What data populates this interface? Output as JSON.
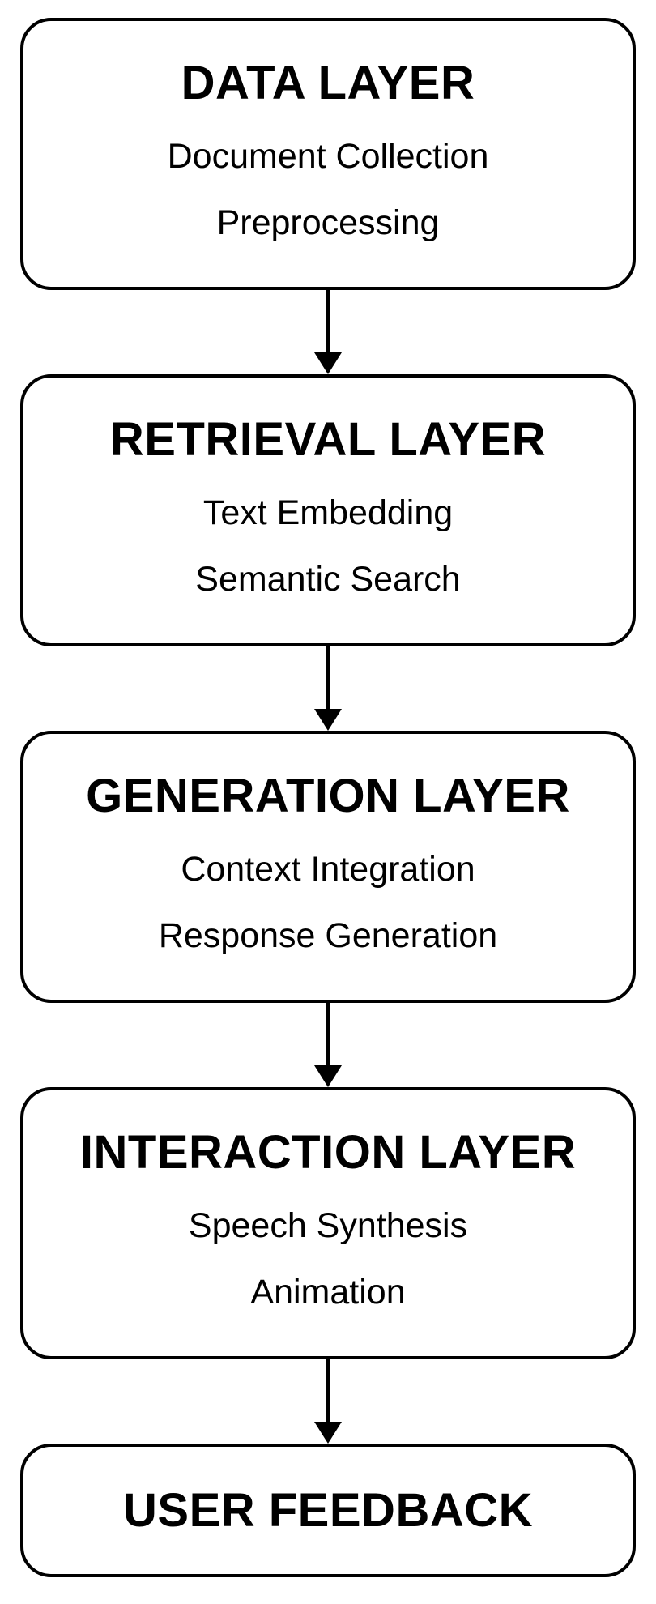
{
  "diagram": {
    "type": "flowchart",
    "direction": "top-down",
    "colors": {
      "border": "#000000",
      "text": "#000000",
      "background": "#ffffff"
    },
    "nodes": [
      {
        "title": "DATA LAYER",
        "lines": [
          "Document Collection",
          "Preprocessing"
        ]
      },
      {
        "title": "RETRIEVAL LAYER",
        "lines": [
          "Text Embedding",
          "Semantic Search"
        ]
      },
      {
        "title": "GENERATION LAYER",
        "lines": [
          "Context Integration",
          "Response Generation"
        ]
      },
      {
        "title": "INTERACTION LAYER",
        "lines": [
          "Speech Synthesis",
          "Animation"
        ]
      },
      {
        "title": "USER FEEDBACK",
        "lines": []
      }
    ],
    "connections": [
      {
        "from": "DATA LAYER",
        "to": "RETRIEVAL LAYER"
      },
      {
        "from": "RETRIEVAL LAYER",
        "to": "GENERATION LAYER"
      },
      {
        "from": "GENERATION LAYER",
        "to": "INTERACTION LAYER"
      },
      {
        "from": "INTERACTION LAYER",
        "to": "USER FEEDBACK"
      }
    ]
  }
}
